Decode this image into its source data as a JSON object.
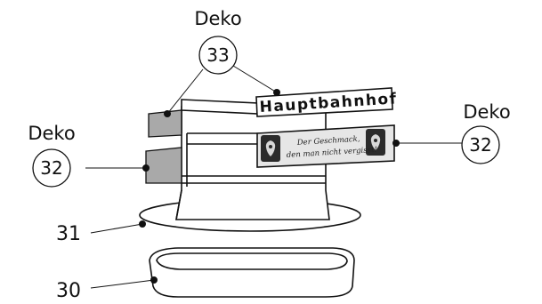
{
  "diagram": {
    "deko_label": "Deko",
    "parts": [
      {
        "number": "33",
        "kind": "callout",
        "label": "Deko"
      },
      {
        "number": "32",
        "kind": "callout",
        "label": "Deko"
      },
      {
        "number": "32",
        "kind": "callout",
        "label": "Deko"
      },
      {
        "number": "31",
        "kind": "plain"
      },
      {
        "number": "30",
        "kind": "plain"
      }
    ],
    "station_sign": "Hauptbahnhof",
    "slogan_line1": "Der Geschmack,",
    "slogan_line2": "den man nicht vergisst!"
  },
  "colors": {
    "outline": "#111111",
    "deko_panel": "#a9a9a9",
    "slogan_panel": "#e6e6e6",
    "logo_box": "#2b2b2b",
    "paper": "#ffffff"
  }
}
